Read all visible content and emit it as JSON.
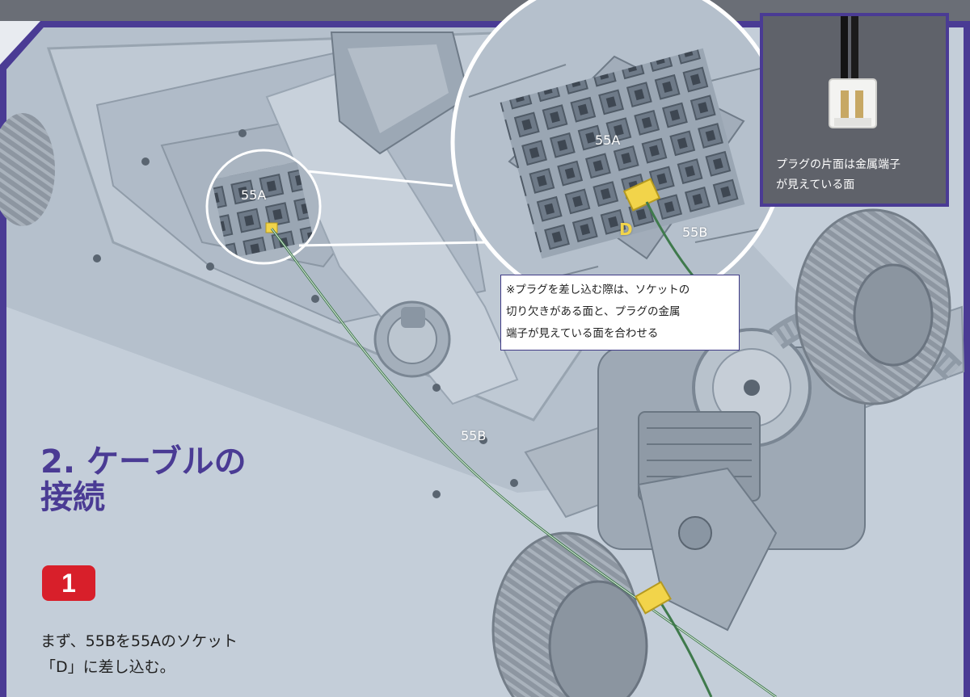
{
  "section": {
    "number": "2.",
    "title_line1": "ケーブルの",
    "title_line2": "接続"
  },
  "step": {
    "number": "1",
    "instruction_line1": "まず、55Bを55Aのソケット",
    "instruction_line2": "「D」に差し込む。"
  },
  "labels": {
    "socket_main": "55A",
    "socket_zoom": "55A",
    "cable_zoom": "55B",
    "cable_main": "55B",
    "socket_letter": "D"
  },
  "note": {
    "line1": "※プラグを差し込む際は、ソケットの",
    "line2": "切り欠きがある面と、プラグの金属",
    "line3": "端子が見えている面を合わせる"
  },
  "photo": {
    "caption_line1": "プラグの片面は金属端子",
    "caption_line2": "が見えている面"
  },
  "colors": {
    "accent": "#4a3b94",
    "step_badge": "#d81f2a",
    "plug": "#f2d44a",
    "cable": "#3f7a4c",
    "chassis": "#b8c3cf"
  }
}
